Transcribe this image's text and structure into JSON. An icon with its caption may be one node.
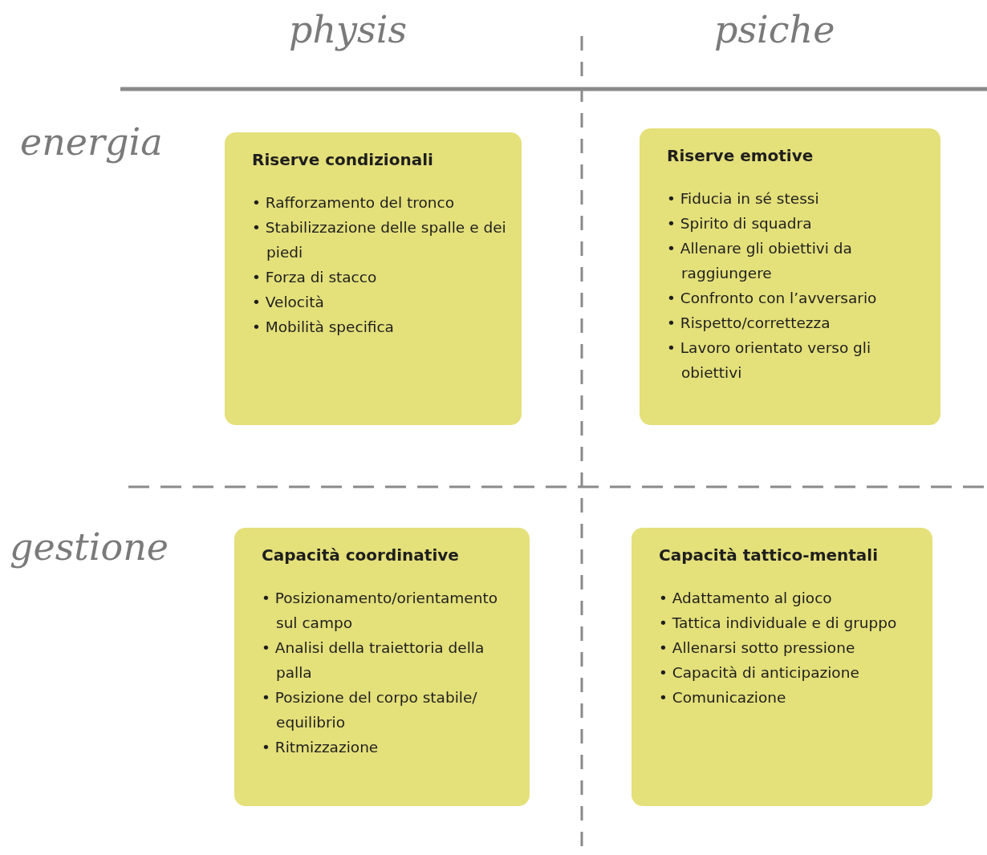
{
  "diagram": {
    "nodes": [
      {
        "text": [
          "Riserve condizionali",
          "• Rafforzamento del tronco",
          "• Stabilizzazione delle spalle e dei piedi",
          "• Forza di stacco",
          "• Velocità",
          "• Mobilità specifica"
        ]
      },
      {
        "text": [
          "Riserve emotive",
          "• Fiducia in sé stessi",
          "• Spirito di squadra",
          "• Allenare gli obiettivi da raggiungere",
          "• Confronto con l’avversario",
          "• Rispetto/correttezza",
          "• Lavoro orientato verso gli obiettivi"
        ]
      },
      {
        "text": [
          "Capacità coordinative",
          "• Posizionamento/orientamento sul campo",
          "• Analisi della traiettoria della palla",
          "• Posizione del corpo stabile/ equilibrio",
          "• Ritmizzazione"
        ]
      },
      {
        "text": [
          "Capacità tattico-mentali",
          "• Adattamento al gioco",
          "• Tattica individuale e di gruppo",
          "• Allenarsi sotto pressione",
          "• Capacità di anticipazione",
          "• Comunicazione"
        ]
      }
    ],
    "labels": [
      "physis",
      "psiche",
      "energia",
      "gestione"
    ]
  }
}
